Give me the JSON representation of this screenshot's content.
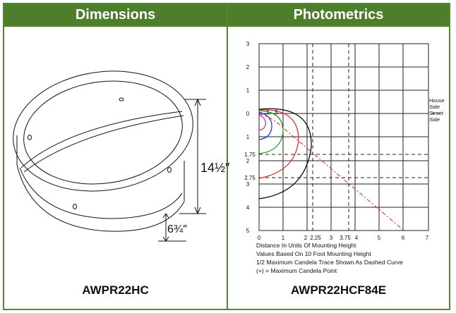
{
  "headers": {
    "dimensions": "Dimensions",
    "photometrics": "Photometrics"
  },
  "dimensions": {
    "height_label": "14½″",
    "depth_label": "6¾″",
    "model": "AWPR22HC"
  },
  "photometrics": {
    "model": "AWPR22HCF84E",
    "y_ticks": [
      "3",
      "2",
      "1",
      "0",
      "1",
      "2",
      "3",
      "4",
      "5"
    ],
    "x_ticks": [
      "0",
      "1",
      "2",
      "2.25",
      "3",
      "3.75",
      "4",
      "5",
      "6",
      "7"
    ],
    "ref_y_labels": [
      "1.75",
      "2.75"
    ],
    "side_labels": {
      "house": "House Side",
      "street": "Street Side"
    },
    "curve_labels": [
      ".1",
      ".5"
    ],
    "notes": [
      "Distance  In Units  Of Mounting  Height",
      "Values Based On 10 Foot Mounting  Height",
      "1/2 Maximum Candela Trace Shown As Dashed Curve",
      "(+) = Maximum Candela Point"
    ],
    "colors": {
      "curve_outer": "#000000",
      "curve_red": "#e02020",
      "curve_green": "#1a9a1a",
      "curve_blue": "#2030d0",
      "curve_magenta": "#c020c0"
    }
  },
  "colors": {
    "header_bg": "#4e7d2c",
    "border": "#55872f"
  }
}
